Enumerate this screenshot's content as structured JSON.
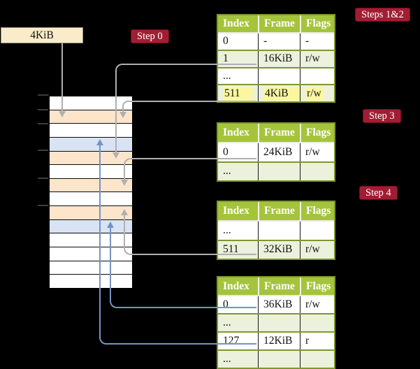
{
  "title_box": {
    "label": "4KiB"
  },
  "labels": {
    "step0": "Step 0",
    "steps12": "Steps 1&2",
    "step3": "Step 3",
    "step4": "Step 4"
  },
  "tables": [
    {
      "name": "page-table-steps-1-2",
      "headers": [
        "Index",
        "Frame",
        "Flags"
      ],
      "rows": [
        {
          "index": "0",
          "frame": "-",
          "flags": "-"
        },
        {
          "index": "1",
          "frame": "16KiB",
          "flags": "r/w"
        },
        {
          "index": "...",
          "frame": "",
          "flags": ""
        },
        {
          "index": "511",
          "frame": "4KiB",
          "flags": "r/w",
          "highlighted": true
        }
      ]
    },
    {
      "name": "page-table-step-3",
      "headers": [
        "Index",
        "Frame",
        "Flags"
      ],
      "rows": [
        {
          "index": "0",
          "frame": "24KiB",
          "flags": "r/w"
        },
        {
          "index": "...",
          "frame": "",
          "flags": ""
        }
      ]
    },
    {
      "name": "page-table-step-4-upper",
      "headers": [
        "Index",
        "Frame",
        "Flags"
      ],
      "rows": [
        {
          "index": "...",
          "frame": "",
          "flags": ""
        },
        {
          "index": "511",
          "frame": "32KiB",
          "flags": "r/w"
        }
      ]
    },
    {
      "name": "page-table-step-4-lower",
      "headers": [
        "Index",
        "Frame",
        "Flags"
      ],
      "rows": [
        {
          "index": "0",
          "frame": "36KiB",
          "flags": "r/w"
        },
        {
          "index": "...",
          "frame": "",
          "flags": ""
        },
        {
          "index": "127",
          "frame": "12KiB",
          "flags": "r"
        },
        {
          "index": "...",
          "frame": "",
          "flags": ""
        }
      ]
    }
  ],
  "memory": {
    "cells": [
      "white",
      "orange",
      "white",
      "blue",
      "orange",
      "white",
      "orange",
      "white",
      "orange",
      "blue",
      "white",
      "white",
      "white",
      "white"
    ],
    "tick_y": [
      135,
      155.5,
      175.5,
      214,
      253.5,
      293
    ]
  },
  "colors": {
    "header_green": "#a5c43c",
    "olive_border": "#7e972e",
    "row_green": "#ebf1dc",
    "highlight_yellow": "#fbf7a1",
    "label_crimson": "#a21d33",
    "box_cream": "#faeccb",
    "cell_orange": "#fce5cb",
    "cell_blue": "#d9e3f3",
    "arrow_gray": "#b0b0b0",
    "arrow_blue": "#7593c5"
  }
}
